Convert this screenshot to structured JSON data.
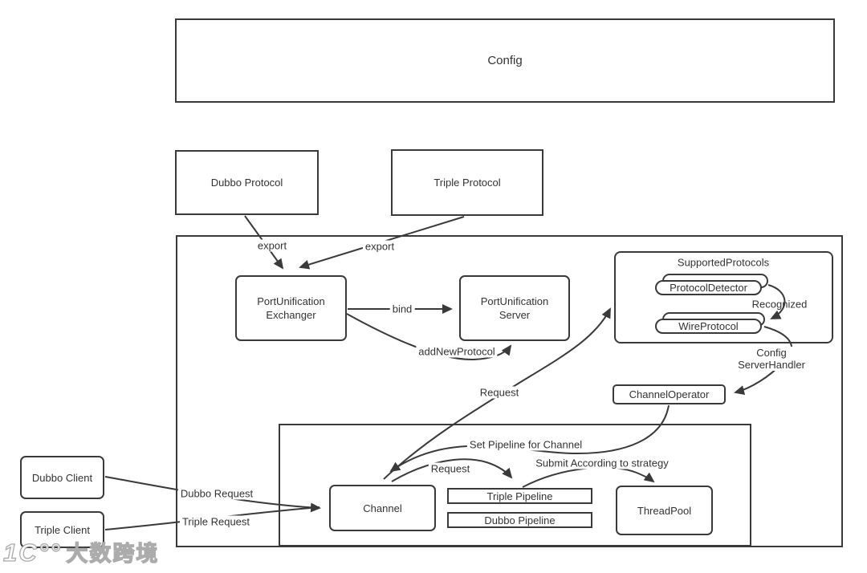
{
  "colors": {
    "stroke": "#3a3a3a",
    "text": "#333333",
    "background": "#ffffff"
  },
  "nodes": {
    "config": {
      "label": "Config"
    },
    "dubbo_protocol": {
      "label": "Dubbo Protocol"
    },
    "triple_protocol": {
      "label": "Triple Protocol"
    },
    "exchanger": {
      "line1": "PortUnification",
      "line2": "Exchanger"
    },
    "server": {
      "line1": "PortUnification",
      "line2": "Server"
    },
    "supported_protocols": {
      "label": "SupportedProtocols"
    },
    "protocol_detector": {
      "label": "ProtocolDetector"
    },
    "wire_protocol": {
      "label": "WireProtocol"
    },
    "channel_operator": {
      "label": "ChannelOperator"
    },
    "channel": {
      "label": "Channel"
    },
    "triple_pipeline": {
      "label": "Triple Pipeline"
    },
    "dubbo_pipeline": {
      "label": "Dubbo Pipeline"
    },
    "thread_pool": {
      "label": "ThreadPool"
    },
    "dubbo_client": {
      "label": "Dubbo Client"
    },
    "triple_client": {
      "label": "Triple Client"
    }
  },
  "edge_labels": {
    "export_dubbo": "export",
    "export_triple": "export",
    "bind": "bind",
    "add_new_protocol": "addNewProtocol",
    "request_up": "Request",
    "recognized": "Recognized",
    "config_serverhandler_line1": "Config",
    "config_serverhandler_line2": "ServerHandler",
    "set_pipeline": "Set Pipeline for Channel",
    "request_low": "Request",
    "submit": "Submit According to strategy",
    "dubbo_request": "Dubbo Request",
    "triple_request": "Triple Request"
  },
  "watermark": {
    "logo": "1C°°",
    "text": "大数跨境"
  }
}
